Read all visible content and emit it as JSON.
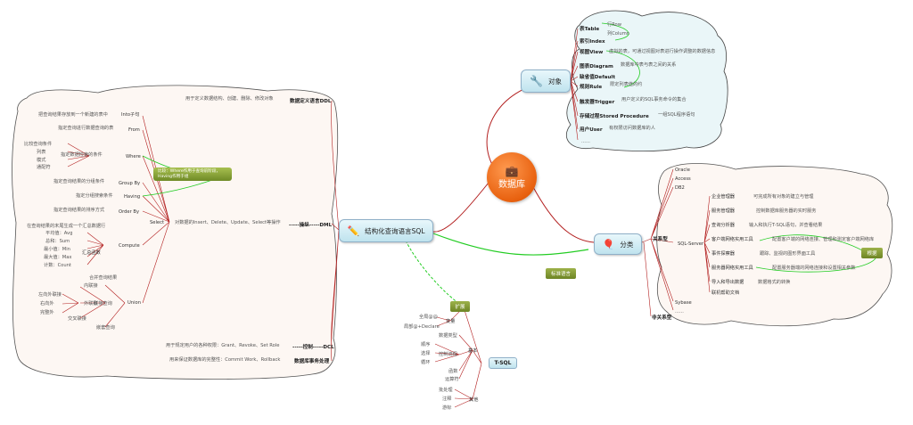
{
  "center": {
    "icon": "briefcase-icon",
    "title": "数据库"
  },
  "topics": {
    "objects": {
      "icon": "tools-icon",
      "label": "对象"
    },
    "classify": {
      "icon": "balloons-icon",
      "label": "分类"
    },
    "sql": {
      "icon": "pencil-icon",
      "label": "结构化查询语言SQL"
    }
  },
  "objects_items": [
    {
      "name": "表Table",
      "desc": ""
    },
    {
      "name": "索引Index",
      "desc": ""
    },
    {
      "name": "视图View",
      "desc": "虚拟的表，可通过视图对表进行操作调整的数据信息"
    },
    {
      "name": "图表Diagram",
      "desc": "数据库中表与表之间的关系"
    },
    {
      "name": "缺省值Default",
      "desc": ""
    },
    {
      "name": "规则Rule",
      "desc": "限定列表值的约"
    },
    {
      "name": "触发器Trigger",
      "desc": "用户定义的SQL事务命令的集合"
    },
    {
      "name": "存储过程Stored Procedure",
      "desc": "一组SQL程序语句"
    },
    {
      "name": "用户User",
      "desc": "有权限访问数据库的人"
    },
    {
      "name": "......",
      "desc": ""
    }
  ],
  "table_children": [
    "行Row",
    "列Column"
  ],
  "classify_data": {
    "relational": "关系型",
    "non_relational": "非关系型",
    "dbs": [
      "Oracle",
      "Access",
      "DB2",
      "SQL-Server",
      "Sybase",
      "......"
    ],
    "sqlserver_tools": [
      {
        "name": "企业管理器",
        "desc": "可完成所有对象的建立与管理"
      },
      {
        "name": "服务管理器",
        "desc": "控制数据库服务器的实时服务"
      },
      {
        "name": "查询分析器",
        "desc": "输入和执行T-SQL语句，并查看结果"
      },
      {
        "name": "客户端网络实用工具",
        "desc": "配置客户端的网络连接、管理和测定客户端网络库"
      },
      {
        "name": "事件探察器",
        "desc": "跟踪、监视的图形界面工具"
      },
      {
        "name": "服务器网络实用工具",
        "desc": "配置服务器端的网络连接和设置相关参数"
      },
      {
        "name": "导入和导出数据",
        "desc": "数据格式的转换"
      },
      {
        "name": "联机帮助文档",
        "desc": ""
      }
    ],
    "contrast_badge": "根据"
  },
  "link_label": "标准语言",
  "expand": {
    "badge": "扩展",
    "tsql": "T-SQL",
    "basic": "基本",
    "other": "其他",
    "variable": "变量",
    "var_children": [
      "全局@@",
      "局部@+Declare"
    ],
    "basic_children": [
      "数据类型",
      "控制流程",
      "函数",
      "运算符"
    ],
    "flow_children": [
      "顺序",
      "选择",
      "循环"
    ],
    "other_children": [
      "批处理",
      "注释",
      "游标"
    ]
  },
  "sql_lang": {
    "ddl": {
      "name": "数据定义语言DDL",
      "desc": "用于定义数据结构、创建、删除、修改对象"
    },
    "dml": {
      "name": "-----操纵-----DML",
      "desc": "对数据的Insert、Delete、Update、Select等操作"
    },
    "dcl": {
      "name": "-----控制-----DCL",
      "desc": "用于规定用户的各种权限：Grant、Revoke、Set Role"
    },
    "tx": {
      "name": "数据库事务处理",
      "desc": "用来保证数据库的完整性：Commit Work、Rollback"
    },
    "select": "Select",
    "clauses": [
      "Into子句",
      "From",
      "Where",
      "Group By",
      "Having",
      "Order By",
      "Compute",
      "Union"
    ],
    "clause_descs": [
      "把查询结果存放到一个新建的表中",
      "指定查询进行数据查询的表",
      "指定数据检索的条件",
      "指定查询结果的分组条件",
      "指定分组搜索条件",
      "指定查询结果的排序方式",
      "在查询结果的末尾生成一个汇总数据行"
    ],
    "where_children": [
      "比较查询条件",
      "列表",
      "模式",
      "通配符"
    ],
    "agg_label": "汇总函数",
    "agg": [
      "平均值：Avg",
      "总和：Sum",
      "最小值：Min",
      "最大值：Max",
      "计数：Count"
    ],
    "union_desc": "合并查询结果",
    "union_children": [
      "内联接",
      "联接查询",
      "外联接",
      "交叉联接",
      "嵌套查询"
    ],
    "outer_children": [
      "左向外联接",
      "右向外",
      "完整外"
    ],
    "callout": [
      "比较：Where作用于查询前阶段，",
      "Having作用于组"
    ]
  }
}
